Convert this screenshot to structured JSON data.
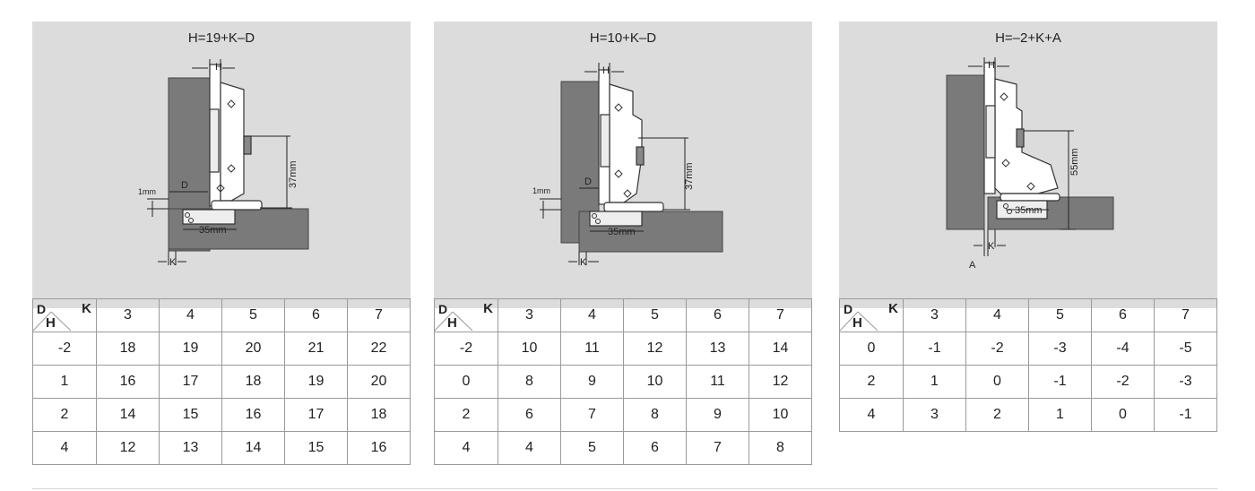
{
  "panels": [
    {
      "formula": "H=19+K–D",
      "labels": {
        "h": "H",
        "d": "D",
        "gap": "1mm",
        "depth": "37mm",
        "bore": "35mm",
        "k": "K"
      },
      "table": {
        "corner": {
          "d": "D",
          "k": "K",
          "h": "H"
        },
        "k_values": [
          "3",
          "4",
          "5",
          "6",
          "7"
        ],
        "rows": [
          {
            "d": "-2",
            "h": [
              "18",
              "19",
              "20",
              "21",
              "22"
            ]
          },
          {
            "d": "1",
            "h": [
              "16",
              "17",
              "18",
              "19",
              "20"
            ]
          },
          {
            "d": "2",
            "h": [
              "14",
              "15",
              "16",
              "17",
              "18"
            ]
          },
          {
            "d": "4",
            "h": [
              "12",
              "13",
              "14",
              "15",
              "16"
            ]
          }
        ]
      }
    },
    {
      "formula": "H=10+K–D",
      "labels": {
        "h": "H",
        "d": "D",
        "gap": "1mm",
        "depth": "37mm",
        "bore": "35mm",
        "k": "K"
      },
      "table": {
        "corner": {
          "d": "D",
          "k": "K",
          "h": "H"
        },
        "k_values": [
          "3",
          "4",
          "5",
          "6",
          "7"
        ],
        "rows": [
          {
            "d": "-2",
            "h": [
              "10",
              "11",
              "12",
              "13",
              "14"
            ]
          },
          {
            "d": "0",
            "h": [
              "8",
              "9",
              "10",
              "11",
              "12"
            ]
          },
          {
            "d": "2",
            "h": [
              "6",
              "7",
              "8",
              "9",
              "10"
            ]
          },
          {
            "d": "4",
            "h": [
              "4",
              "5",
              "6",
              "7",
              "8"
            ]
          }
        ]
      }
    },
    {
      "formula": "H=–2+K+A",
      "labels": {
        "h": "H",
        "a": "A",
        "depth": "55mm",
        "bore": "35mm",
        "k": "K"
      },
      "table": {
        "corner": {
          "d": "D",
          "k": "K",
          "h": "H"
        },
        "k_values": [
          "3",
          "4",
          "5",
          "6",
          "7"
        ],
        "rows": [
          {
            "d": "0",
            "h": [
              "-1",
              "-2",
              "-3",
              "-4",
              "-5"
            ]
          },
          {
            "d": "2",
            "h": [
              "1",
              "0",
              "-1",
              "-2",
              "-3"
            ]
          },
          {
            "d": "4",
            "h": [
              "3",
              "2",
              "1",
              "0",
              "-1"
            ]
          }
        ]
      }
    }
  ]
}
